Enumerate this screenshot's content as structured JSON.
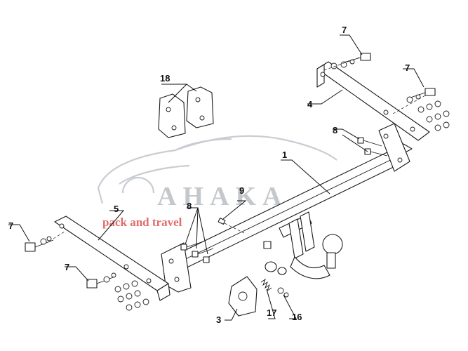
{
  "watermark": {
    "brand": "AHAKA",
    "tagline": "pack and travel"
  },
  "callouts": {
    "c1": "1",
    "c3": "3",
    "c4": "4",
    "c5": "5",
    "c7_top": "7",
    "c7_right": "7",
    "c7_left": "7",
    "c7_bottom": "7",
    "c8_right": "8",
    "c8_left": "8",
    "c9": "9",
    "c16": "16",
    "c17": "17",
    "c18": "18"
  }
}
